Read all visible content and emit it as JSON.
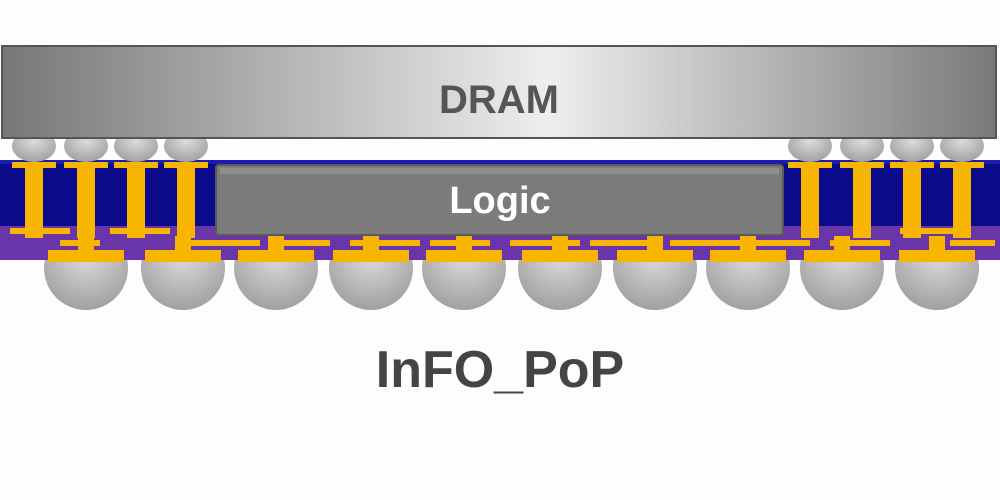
{
  "diagram": {
    "labels": {
      "dram": "DRAM",
      "logic": "Logic",
      "caption": "InFO_PoP"
    },
    "colors": {
      "dram_light": "#f2f2f2",
      "dram_dark": "#777777",
      "logic_fill": "#7b7b7b",
      "mold": "#0a0a8a",
      "rdl": "#6a35a8",
      "copper": "#f7b500",
      "solder": "#c8c8c8",
      "caption": "#444444"
    }
  }
}
